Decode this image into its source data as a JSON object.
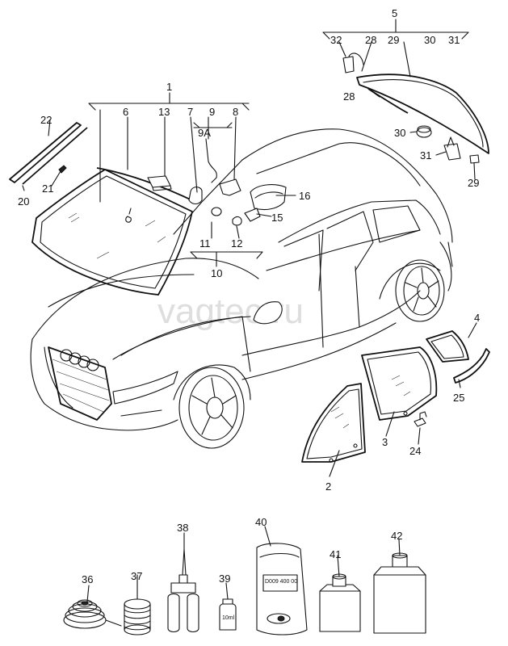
{
  "watermark": "vagtec.ru",
  "labels": {
    "p1": "1",
    "p2": "2",
    "p3": "3",
    "p4": "4",
    "p5": "5",
    "p6": "6",
    "p7": "7",
    "p8": "8",
    "p9": "9",
    "p9a": "9A",
    "p10": "10",
    "p11": "11",
    "p12": "12",
    "p13": "13",
    "p15": "15",
    "p16": "16",
    "p20": "20",
    "p21": "21",
    "p22": "22",
    "p24": "24",
    "p25": "25",
    "p28a": "28",
    "p28b": "28",
    "p29a": "29",
    "p29b": "29",
    "p30a": "30",
    "p30b": "30",
    "p31a": "31",
    "p31b": "31",
    "p32": "32",
    "p36": "36",
    "p37": "37",
    "p38": "38",
    "p39": "39",
    "p40": "40",
    "p41": "41",
    "p42": "42"
  },
  "bottle_text": "10ml",
  "packet_text": "D009 400 00"
}
